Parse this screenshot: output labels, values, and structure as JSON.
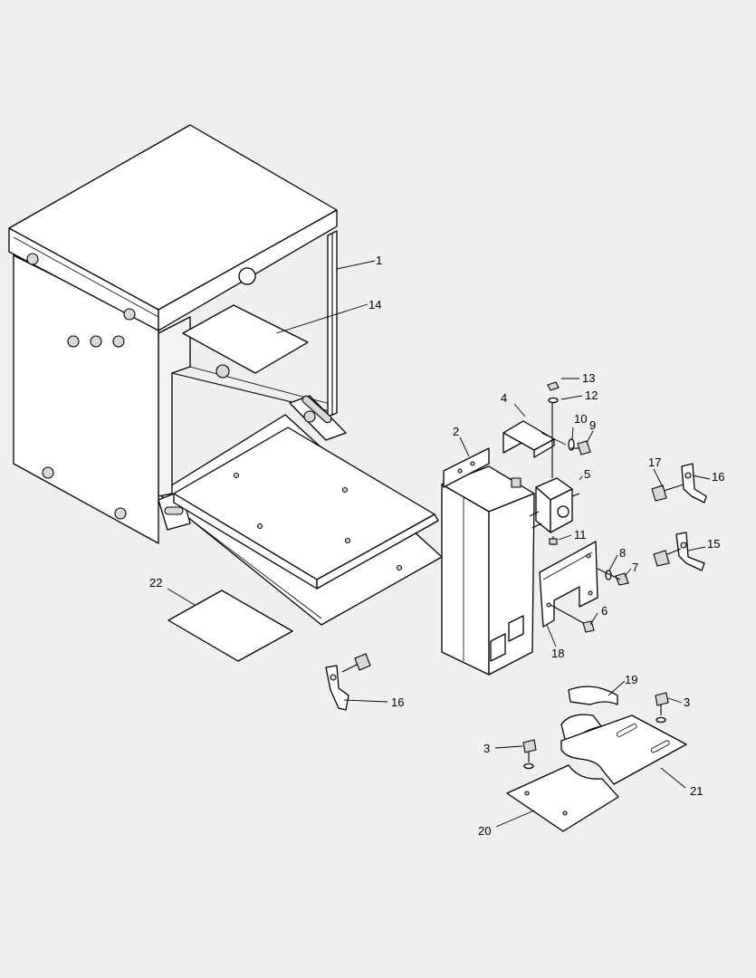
{
  "callouts": [
    {
      "id": "c1",
      "label": "1"
    },
    {
      "id": "c2",
      "label": "2"
    },
    {
      "id": "c3a",
      "label": "3"
    },
    {
      "id": "c3b",
      "label": "3"
    },
    {
      "id": "c4",
      "label": "4"
    },
    {
      "id": "c5",
      "label": "5"
    },
    {
      "id": "c6",
      "label": "6"
    },
    {
      "id": "c7",
      "label": "7"
    },
    {
      "id": "c8",
      "label": "8"
    },
    {
      "id": "c9",
      "label": "9"
    },
    {
      "id": "c10",
      "label": "10"
    },
    {
      "id": "c11",
      "label": "11"
    },
    {
      "id": "c12",
      "label": "12"
    },
    {
      "id": "c13",
      "label": "13"
    },
    {
      "id": "c14",
      "label": "14"
    },
    {
      "id": "c15",
      "label": "15"
    },
    {
      "id": "c16a",
      "label": "16"
    },
    {
      "id": "c16b",
      "label": "16"
    },
    {
      "id": "c17",
      "label": "17"
    },
    {
      "id": "c18",
      "label": "18"
    },
    {
      "id": "c19",
      "label": "19"
    },
    {
      "id": "c20",
      "label": "20"
    },
    {
      "id": "c21",
      "label": "21"
    },
    {
      "id": "c22",
      "label": "22"
    }
  ]
}
